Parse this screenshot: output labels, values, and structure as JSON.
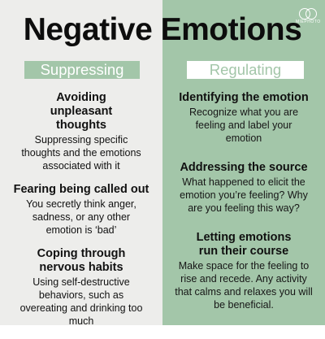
{
  "title": "Negative Emotions",
  "logo_text": "MIEPHOTO",
  "left": {
    "heading": "Suppressing",
    "items": [
      {
        "title": "Avoiding unpleasant thoughts",
        "desc": "Suppressing specific thoughts and the emotions associated with it"
      },
      {
        "title": "Fearing being called out",
        "desc": "You secretly think anger, sadness, or any other emotion is ‘bad’"
      },
      {
        "title": "Coping through nervous habits",
        "desc": "Using self-destructive behaviors, such as overeating and drinking too much"
      }
    ]
  },
  "right": {
    "heading": "Regulating",
    "items": [
      {
        "title": "Identifying the emotion",
        "desc": "Recognize what you are feeling and label your emotion"
      },
      {
        "title": "Addressing the source",
        "desc": "What happened to elicit the emotion you’re feeling? Why are you feeling this way?"
      },
      {
        "title": "Letting emotions run their course",
        "desc": "Make space for the feeling to rise and recede. Any activity that calms and relaxes you will be beneficial."
      }
    ]
  },
  "colors": {
    "left_bg": "#ededeb",
    "right_bg": "#a3c6a9",
    "text": "#111111"
  }
}
